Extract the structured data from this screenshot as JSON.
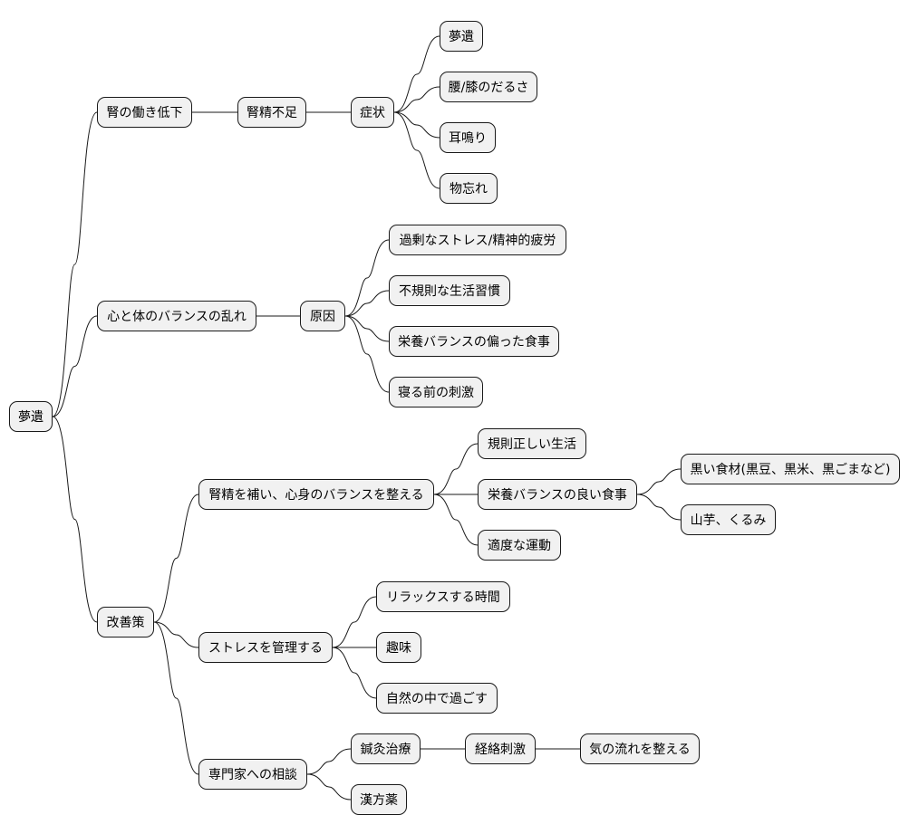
{
  "mindmap": {
    "root": "夢遺",
    "branches": {
      "kidney": {
        "label": "腎の働き低下",
        "deficiency": "腎精不足",
        "symptoms": "症状",
        "symptom_list": [
          "夢遺",
          "腰/膝のだるさ",
          "耳鳴り",
          "物忘れ"
        ]
      },
      "balance": {
        "label": "心と体のバランスの乱れ",
        "cause": "原因",
        "cause_list": [
          "過剰なストレス/精神的疲労",
          "不規則な生活習慣",
          "栄養バランスの偏った食事",
          "寝る前の刺激"
        ]
      },
      "improve": {
        "label": "改善策",
        "nourish": {
          "label": "腎精を補い、心身のバランスを整える",
          "regular": "規則正しい生活",
          "diet": "栄養バランスの良い食事",
          "diet_items": [
            "黒い食材(黒豆、黒米、黒ごまなど)",
            "山芋、くるみ"
          ],
          "exercise": "適度な運動"
        },
        "stress": {
          "label": "ストレスを管理する",
          "items": [
            "リラックスする時間",
            "趣味",
            "自然の中で過ごす"
          ]
        },
        "consult": {
          "label": "専門家への相談",
          "acupuncture": "鍼灸治療",
          "meridian": "経絡刺激",
          "flow": "気の流れを整える",
          "kampo": "漢方薬"
        }
      }
    }
  }
}
